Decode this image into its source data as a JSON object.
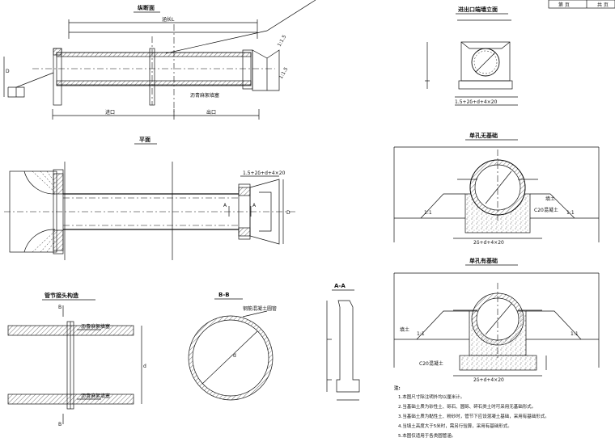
{
  "views": {
    "elevation_title": "纵断面",
    "plan_title": "平面",
    "joint_title": "管节接头构造",
    "section_bb_title": "B-B",
    "section_aa_title": "A-A",
    "inlet_title": "进出口端墙立面",
    "cradle_a_title": "单孔无基础",
    "cradle_b_title": "单孔有基础"
  },
  "title_block": {
    "cell_1": "第 页",
    "cell_2": "共 页"
  },
  "labels": {
    "cut_a_left": "A",
    "cut_a_right": "A",
    "cut_b_top": "B",
    "cut_b_bottom": "B",
    "dim_D": "D",
    "dim_d": "d",
    "slope_1": "1:1.5",
    "slope_2": "1:1.5",
    "slope_3": "1:1",
    "slope_4": "1:1",
    "fill_label_1": "填土",
    "fill_label_2": "填土",
    "base_label": "C20混凝土",
    "base_label_2": "C20混凝土",
    "bottom_dim_1": "2δ+d+4×20",
    "bottom_dim_2": "2δ+d+4×20",
    "joint_note_1": "沥青麻絮填塞",
    "joint_note_2": "沥青麻絮填塞",
    "bb_note": "钢筋混凝土圆管",
    "elev_note_1": "涵长L",
    "elev_note_2": "进口",
    "elev_note_3": "出口",
    "inlet_dim": "1.5+2δ+d+4×20"
  },
  "notes": {
    "heading": "注:",
    "items": [
      "1.本图尺寸除注明外均以厘米计。",
      "2.当基础土质为砂性土、砾石、圆砾、碎石类土时可采用无基础形式。",
      "3.当基础土质为黏性土、粉砂时，管节下应设混凝土基础，采用有基础形式。",
      "4.当填土高度大于5米时，需另行验算，采用有基础形式。",
      "5.本图仅适用于各类圆管涵。"
    ]
  },
  "colors": {
    "ink": "#111111",
    "paper": "#ffffff"
  }
}
